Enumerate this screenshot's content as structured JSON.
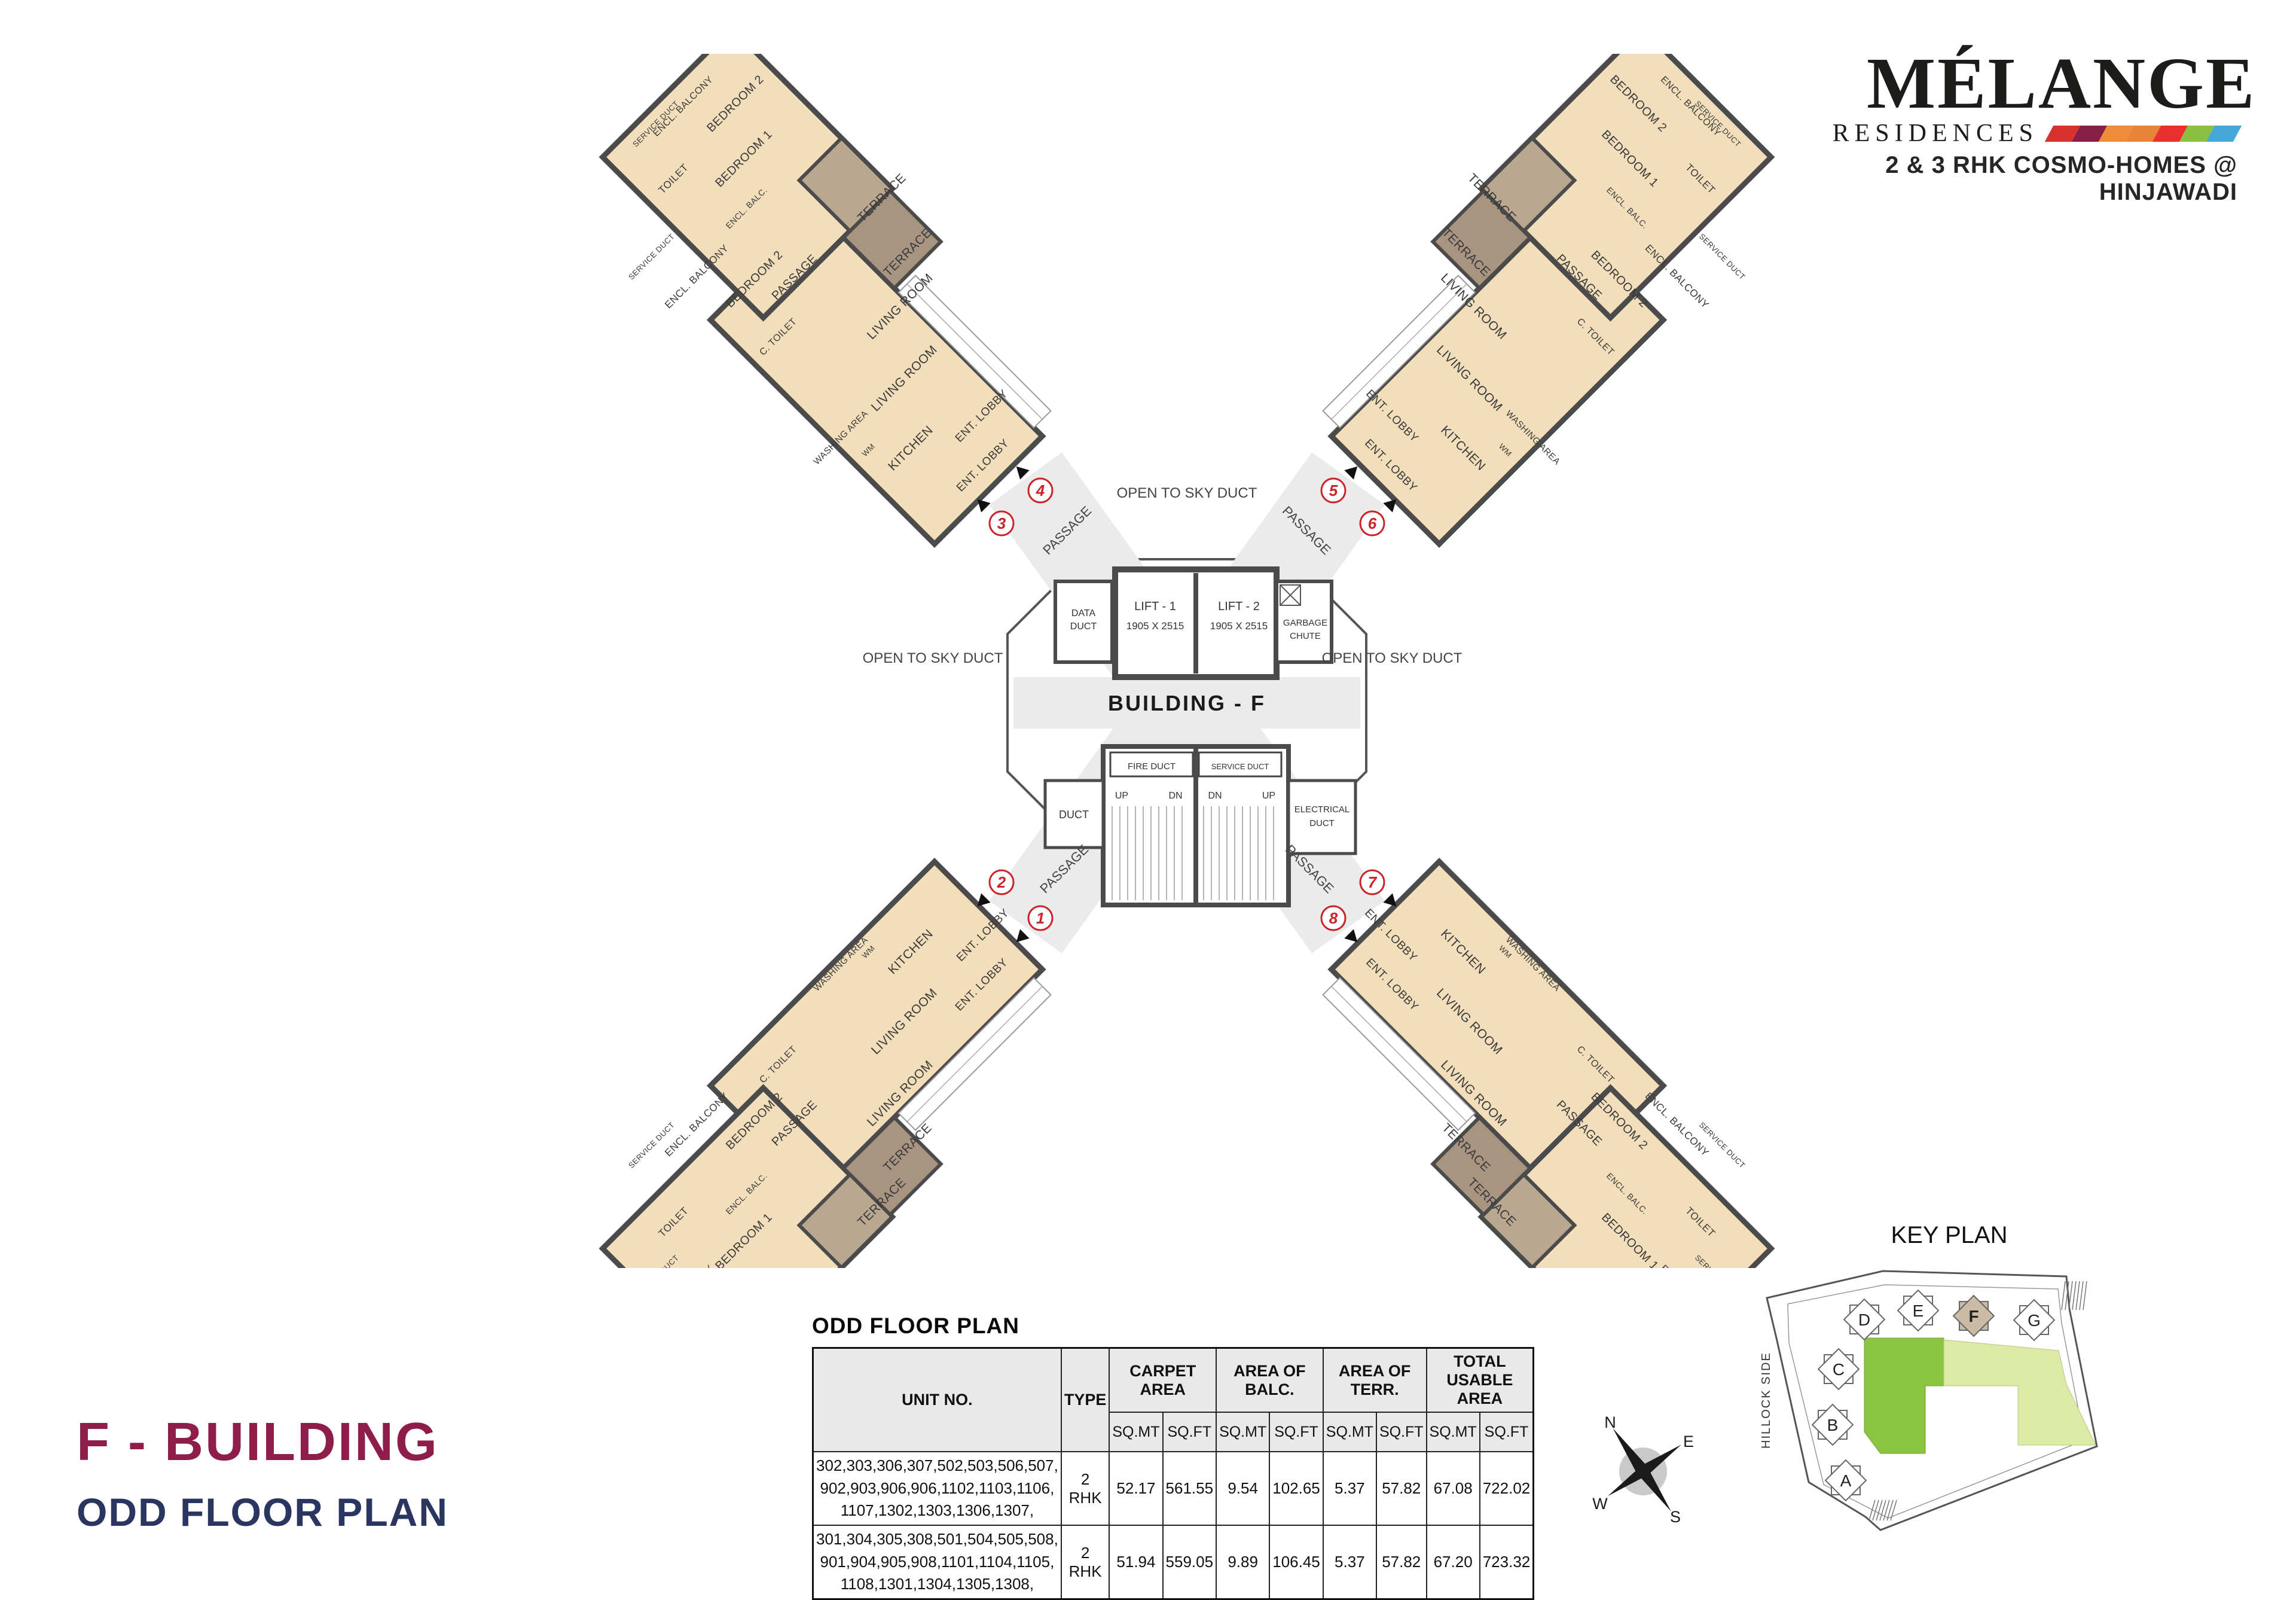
{
  "logo": {
    "brand": "MÉLANGE",
    "residences": "RESIDENCES",
    "tagline": "2 & 3 RHK COSMO-HOMES @ HINJAWADI",
    "stripe_colors": [
      "#d6332e",
      "#851f45",
      "#f08c38",
      "#e98338",
      "#e8312e",
      "#8cc043",
      "#45a8d9"
    ]
  },
  "titles": {
    "building": "F - BUILDING",
    "floor": "ODD FLOOR PLAN"
  },
  "colors": {
    "building_title": "#8e1d4a",
    "floor_title": "#2a3560",
    "room_fill": "#f3debb",
    "terrace_fill": "#a89481",
    "terrace_fill_2": "#b9a88f",
    "wall": "#4b4b4b",
    "corridor": "#ebebeb",
    "marker_red": "#cc2229",
    "keyplan_green": "#8bc53f",
    "keyplan_light_green": "#dde9a6",
    "keyplan_highlight": "#cbbba4"
  },
  "plan": {
    "center_label": "BUILDING - F",
    "core": {
      "lift1": "LIFT - 1",
      "lift2": "LIFT - 2",
      "lift_size": "1905 X 2515",
      "data_duct": [
        "DATA",
        "DUCT"
      ],
      "garbage_chute": [
        "GARBAGE",
        "CHUTE"
      ],
      "fire_duct": "FIRE DUCT",
      "service_duct": "SERVICE DUCT",
      "electrical_duct": [
        "ELECTRICAL",
        "DUCT"
      ],
      "duct": "DUCT",
      "up": "UP",
      "dn": "DN",
      "passage": "PASSAGE",
      "open_sky": "OPEN TO SKY DUCT"
    },
    "rooms": {
      "ent_lobby": "ENT. LOBBY",
      "kitchen": "KITCHEN",
      "wm": "WM",
      "washing_area": "WASHING AREA",
      "living_room": "LIVING ROOM",
      "terrace": "TERRACE",
      "passage": "PASSAGE",
      "c_toilet": "C. TOILET",
      "toilet": "TOILET",
      "bedroom1": "BEDROOM 1",
      "bedroom2": "BEDROOM 2",
      "encl_balcony": "ENCL. BALCONY",
      "encl_balc": "ENCL. BALC.",
      "service_duct": "SERVICE DUCT"
    },
    "unit_markers": [
      "1",
      "2",
      "3",
      "4",
      "5",
      "6",
      "7",
      "8"
    ]
  },
  "table": {
    "title": "ODD FLOOR PLAN",
    "col_headers": [
      "UNIT NO.",
      "TYPE",
      "CARPET AREA",
      "AREA OF BALC.",
      "AREA OF TERR.",
      "TOTAL USABLE AREA"
    ],
    "sub_headers": [
      "SQ.MT",
      "SQ.FT"
    ],
    "rows": [
      {
        "units": "302,303,306,307,502,503,506,507,\n902,903,906,906,1102,1103,1106,\n1107,1302,1303,1306,1307,",
        "type": "2 RHK",
        "values": [
          "52.17",
          "561.55",
          "9.54",
          "102.65",
          "5.37",
          "57.82",
          "67.08",
          "722.02"
        ]
      },
      {
        "units": "301,304,305,308,501,504,505,508,\n901,904,905,908,1101,1104,1105,\n1108,1301,1304,1305,1308,",
        "type": "2 RHK",
        "values": [
          "51.94",
          "559.05",
          "9.89",
          "106.45",
          "5.37",
          "57.82",
          "67.20",
          "723.32"
        ]
      }
    ]
  },
  "key_plan": {
    "title": "KEY PLAN",
    "side_label": "HILLOCK SIDE",
    "buildings": [
      "A",
      "B",
      "C",
      "D",
      "E",
      "F",
      "G"
    ],
    "highlighted": "F"
  },
  "compass": {
    "n": "N",
    "e": "E",
    "s": "S",
    "w": "W"
  }
}
